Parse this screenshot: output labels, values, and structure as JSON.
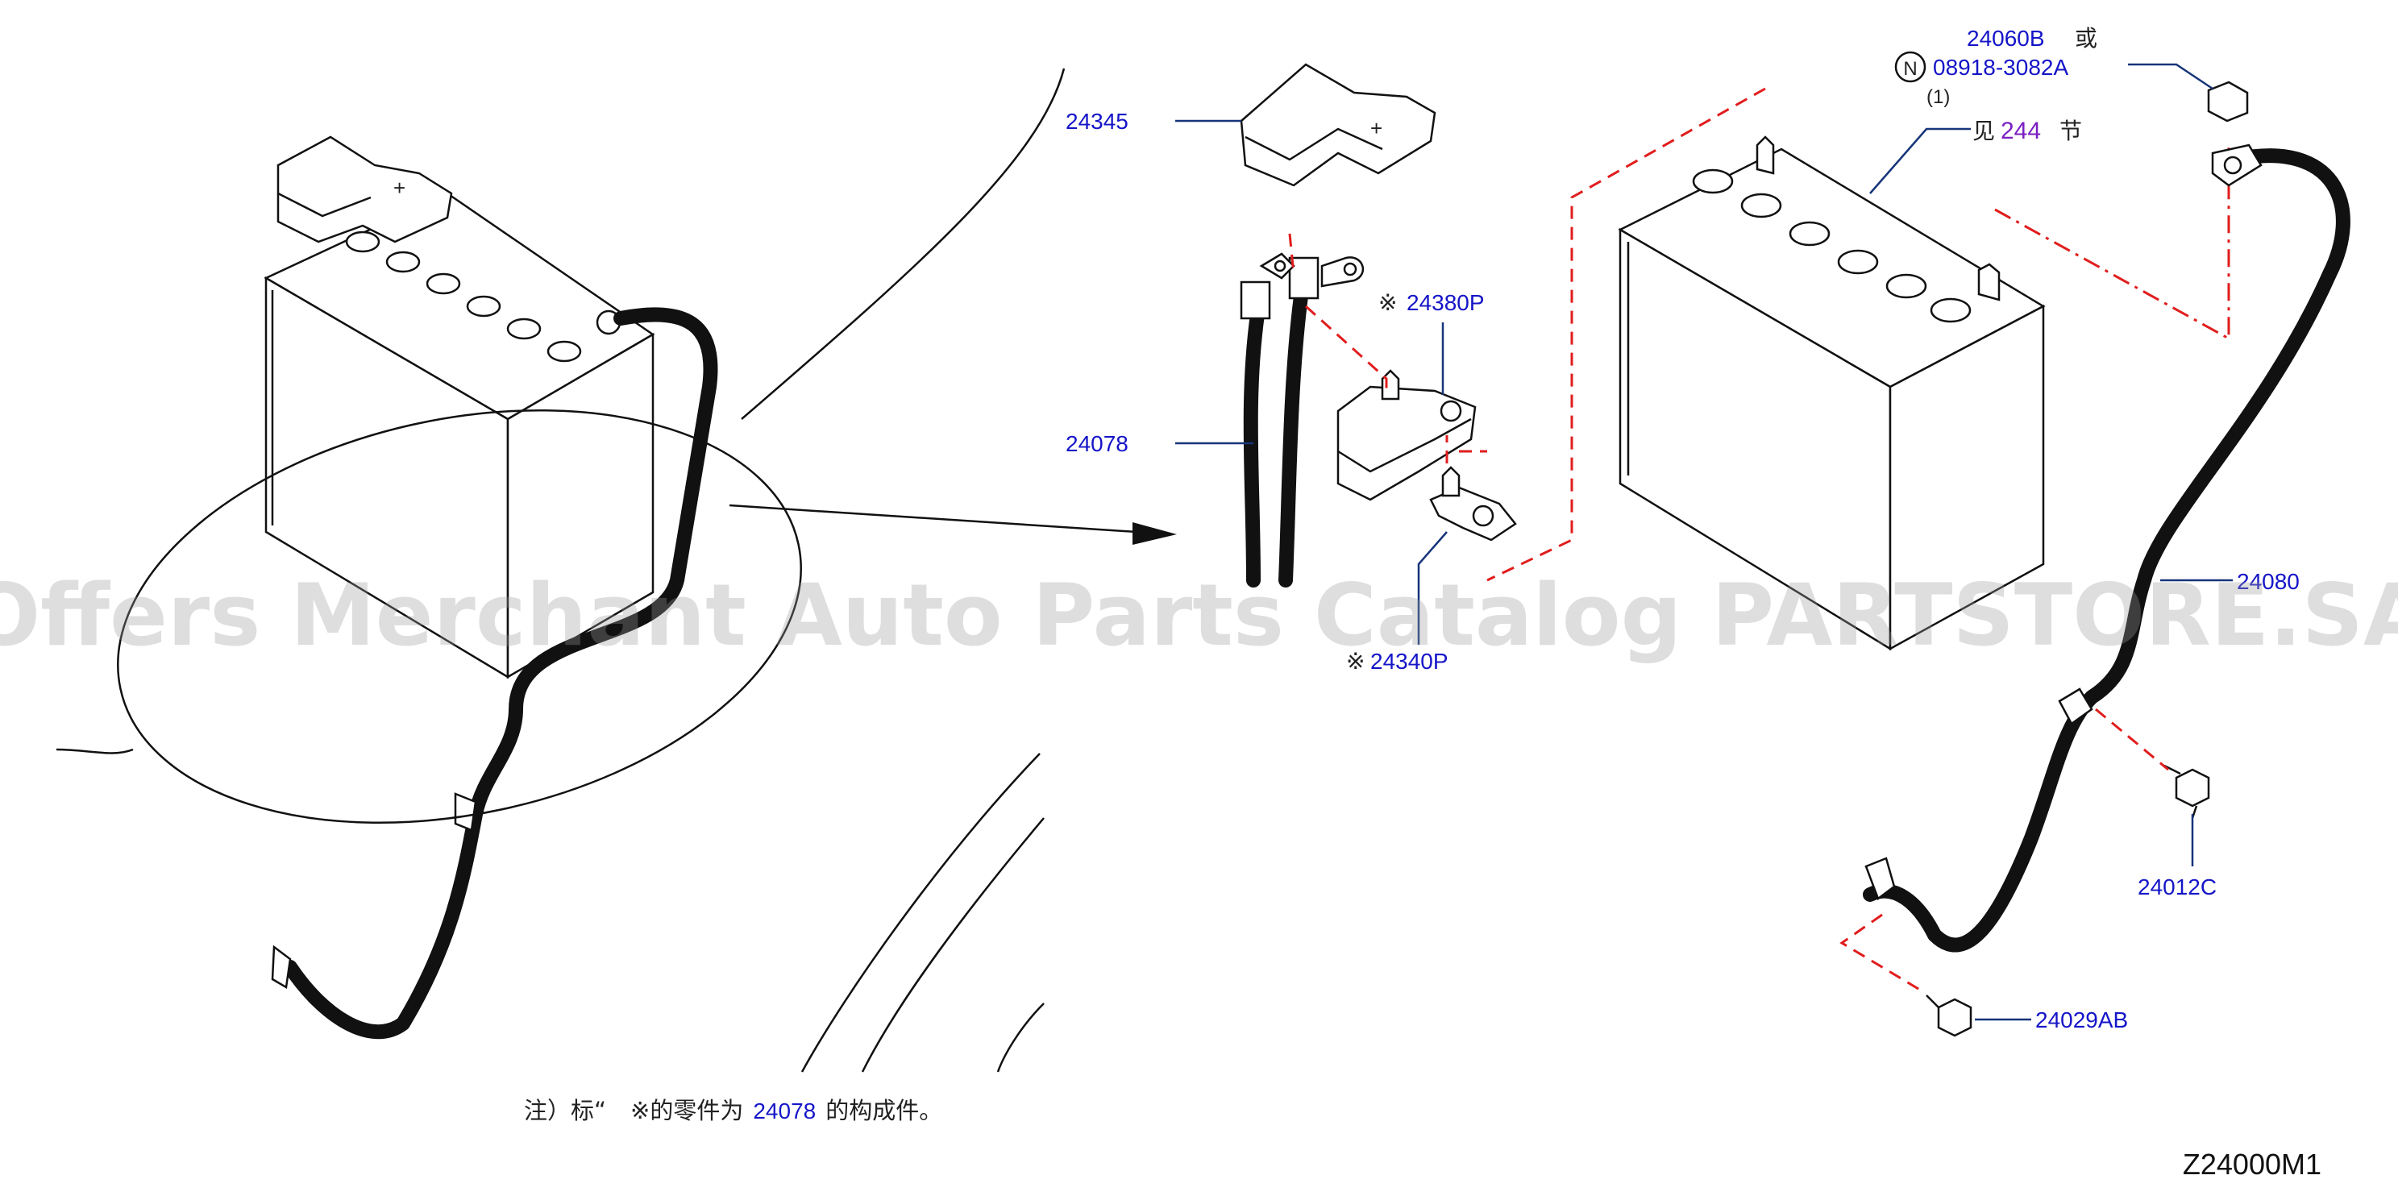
{
  "labels": {
    "p24345": "24345",
    "p24078": "24078",
    "p24380p": "24380P",
    "p24340p": "24340P",
    "p24060b": "24060B",
    "or": "或",
    "n_symbol": "N",
    "p08918": "08918-3082A",
    "qty": "(1)",
    "see_prefix": "见",
    "see_section": "244",
    "see_suffix": "节",
    "p24080": "24080",
    "p24012c": "24012C",
    "p24029ab": "24029AB",
    "asterisk": "※"
  },
  "note": {
    "prefix": "注）标“",
    "asterisk": "※",
    "middle": "的零件为",
    "part": "24078",
    "suffix": "的构成件。"
  },
  "diagram_code": "Z24000M1",
  "watermark": "Offers Merchant Auto Parts Catalog PARTSTORE.SA",
  "colors": {
    "label_blue": "#1515c8",
    "section_purple": "#7a1fc2",
    "dash_red": "#e11d1d",
    "leader_navy": "#16357a"
  }
}
